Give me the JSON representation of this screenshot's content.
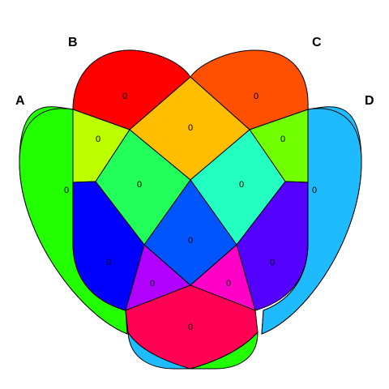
{
  "diagram": {
    "type": "venn",
    "sets": [
      {
        "id": "A",
        "label": "A"
      },
      {
        "id": "B",
        "label": "B"
      },
      {
        "id": "C",
        "label": "C"
      },
      {
        "id": "D",
        "label": "D"
      }
    ],
    "regions": [
      {
        "id": "a",
        "count": "0",
        "color": "#22ff00"
      },
      {
        "id": "b",
        "count": "0",
        "color": "#ff0000"
      },
      {
        "id": "c",
        "count": "0",
        "color": "#ff4f00"
      },
      {
        "id": "d",
        "count": "0",
        "color": "#1ebcff"
      },
      {
        "id": "ab",
        "count": "0",
        "color": "#bcff00"
      },
      {
        "id": "bc",
        "count": "0",
        "color": "#ffbe00"
      },
      {
        "id": "cd",
        "count": "0",
        "color": "#72ff00"
      },
      {
        "id": "ac",
        "count": "0",
        "color": "#22ff5a"
      },
      {
        "id": "bd",
        "count": "0",
        "color": "#22ffc0"
      },
      {
        "id": "abc",
        "count": "0",
        "color": "#0000ff"
      },
      {
        "id": "bcd",
        "count": "0",
        "color": "#5300ff"
      },
      {
        "id": "abcd",
        "count": "0",
        "color": "#0055ff"
      },
      {
        "id": "acd",
        "count": "0",
        "color": "#b100ff"
      },
      {
        "id": "abd",
        "count": "0",
        "color": "#ff00c8"
      },
      {
        "id": "ad",
        "count": "0",
        "color": "#ff0055"
      }
    ]
  }
}
